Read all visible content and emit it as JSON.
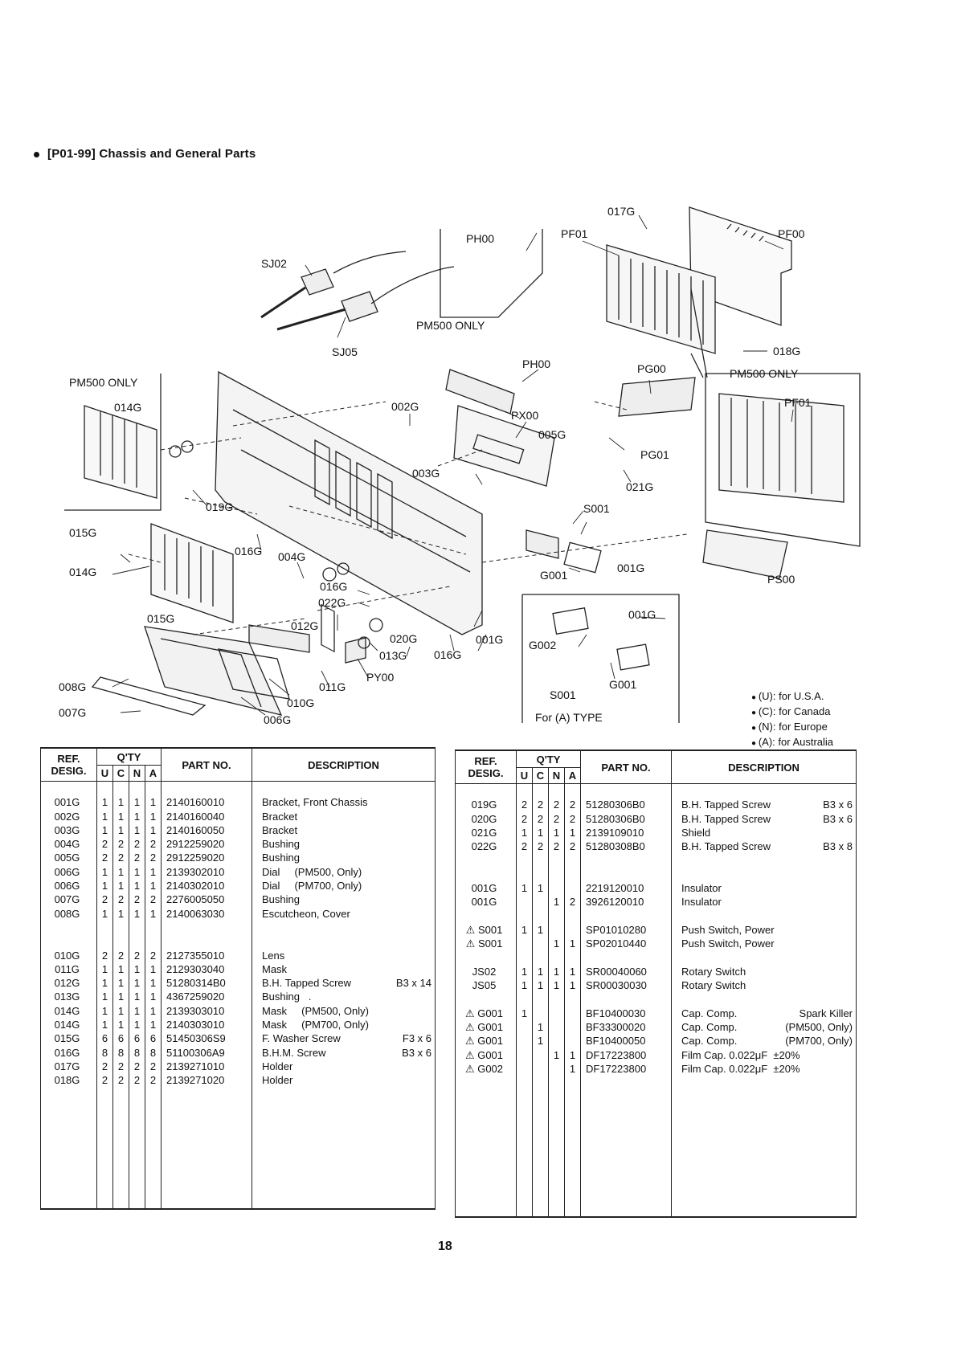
{
  "page": {
    "title": "[P01-99] Chassis and General Parts",
    "page_number": "18"
  },
  "legend": [
    "(U): for U.S.A.",
    "(C): for Canada",
    "(N): for Europe",
    "(A): for Australia"
  ],
  "table_headers": {
    "ref": "REF.",
    "desig": "DESIG.",
    "qty": "Q'TY",
    "u": "U",
    "c": "C",
    "n": "N",
    "a": "A",
    "part_no": "PART NO.",
    "description": "DESCRIPTION"
  },
  "diagram": {
    "labels": {
      "sj02": "SJ02",
      "sj05": "SJ05",
      "ph00_top": "PH00",
      "pm500_only_top": "PM500 ONLY",
      "pf01_top": "PF01",
      "g017": "017G",
      "pf00": "PF00",
      "g018": "018G",
      "pm500_only_right": "PM500 ONLY",
      "pf01_right": "PF01",
      "pg00": "PG00",
      "ph00_mid": "PH00",
      "pm500_only_left": "PM500 ONLY",
      "g014_left": "014G",
      "g002": "002G",
      "px00": "PX00",
      "g005": "005G",
      "pg01": "PG01",
      "g021": "021G",
      "g003": "003G",
      "g019": "019G",
      "s001": "S001",
      "g015a": "015G",
      "g016a": "016G",
      "g004": "004G",
      "g014": "014G",
      "g016b": "016G",
      "g022": "022G",
      "g001a": "001G",
      "g001_comp": "G001",
      "ps00": "PS00",
      "g015b": "015G",
      "g012": "012G",
      "g020": "020G",
      "g013": "013G",
      "g016c": "016G",
      "g001b": "001G",
      "py00": "PY00",
      "g011": "011G",
      "g010": "010G",
      "g006": "006G",
      "g008": "008G",
      "g007": "007G",
      "inset_001g": "001G",
      "inset_g002": "G002",
      "inset_g001": "G001",
      "inset_s001": "S001",
      "inset_caption": "For (A) TYPE"
    }
  },
  "left_table": [
    {
      "ref": "",
      "u": "",
      "c": "",
      "n": "",
      "a": "",
      "part": "",
      "desc": "",
      "spec": ""
    },
    {
      "ref": "001G",
      "u": "1",
      "c": "1",
      "n": "1",
      "a": "1",
      "part": "2140160010",
      "desc": "Bracket, Front Chassis",
      "spec": ""
    },
    {
      "ref": "002G",
      "u": "1",
      "c": "1",
      "n": "1",
      "a": "1",
      "part": "2140160040",
      "desc": "Bracket",
      "spec": ""
    },
    {
      "ref": "003G",
      "u": "1",
      "c": "1",
      "n": "1",
      "a": "1",
      "part": "2140160050",
      "desc": "Bracket",
      "spec": ""
    },
    {
      "ref": "004G",
      "u": "2",
      "c": "2",
      "n": "2",
      "a": "2",
      "part": "2912259020",
      "desc": "Bushing",
      "spec": ""
    },
    {
      "ref": "005G",
      "u": "2",
      "c": "2",
      "n": "2",
      "a": "2",
      "part": "2912259020",
      "desc": "Bushing",
      "spec": ""
    },
    {
      "ref": "006G",
      "u": "1",
      "c": "1",
      "n": "1",
      "a": "1",
      "part": "2139302010",
      "desc": "Dial     (PM500, Only)",
      "spec": ""
    },
    {
      "ref": "006G",
      "u": "1",
      "c": "1",
      "n": "1",
      "a": "1",
      "part": "2140302010",
      "desc": "Dial     (PM700, Only)",
      "spec": ""
    },
    {
      "ref": "007G",
      "u": "2",
      "c": "2",
      "n": "2",
      "a": "2",
      "part": "2276005050",
      "desc": "Bushing",
      "spec": ""
    },
    {
      "ref": "008G",
      "u": "1",
      "c": "1",
      "n": "1",
      "a": "1",
      "part": "2140063030",
      "desc": "Escutcheon, Cover",
      "spec": ""
    },
    {
      "ref": "",
      "u": "",
      "c": "",
      "n": "",
      "a": "",
      "part": "",
      "desc": "",
      "spec": ""
    },
    {
      "ref": "",
      "u": "",
      "c": "",
      "n": "",
      "a": "",
      "part": "",
      "desc": "",
      "spec": ""
    },
    {
      "ref": "010G",
      "u": "2",
      "c": "2",
      "n": "2",
      "a": "2",
      "part": "2127355010",
      "desc": "Lens",
      "spec": ""
    },
    {
      "ref": "011G",
      "u": "1",
      "c": "1",
      "n": "1",
      "a": "1",
      "part": "2129303040",
      "desc": "Mask",
      "spec": ""
    },
    {
      "ref": "012G",
      "u": "1",
      "c": "1",
      "n": "1",
      "a": "1",
      "part": "51280314B0",
      "desc": "B.H. Tapped Screw",
      "spec": "B3 x 14"
    },
    {
      "ref": "013G",
      "u": "1",
      "c": "1",
      "n": "1",
      "a": "1",
      "part": "4367259020",
      "desc": "Bushing   .",
      "spec": ""
    },
    {
      "ref": "014G",
      "u": "1",
      "c": "1",
      "n": "1",
      "a": "1",
      "part": "2139303010",
      "desc": "Mask     (PM500, Only)",
      "spec": ""
    },
    {
      "ref": "014G",
      "u": "1",
      "c": "1",
      "n": "1",
      "a": "1",
      "part": "2140303010",
      "desc": "Mask     (PM700, Only)",
      "spec": ""
    },
    {
      "ref": "015G",
      "u": "6",
      "c": "6",
      "n": "6",
      "a": "6",
      "part": "51450306S9",
      "desc": "F. Washer Screw",
      "spec": "F3 x 6"
    },
    {
      "ref": "016G",
      "u": "8",
      "c": "8",
      "n": "8",
      "a": "8",
      "part": "51100306A9",
      "desc": "B.H.M. Screw",
      "spec": "B3 x 6"
    },
    {
      "ref": "017G",
      "u": "2",
      "c": "2",
      "n": "2",
      "a": "2",
      "part": "2139271010",
      "desc": "Holder",
      "spec": ""
    },
    {
      "ref": "018G",
      "u": "2",
      "c": "2",
      "n": "2",
      "a": "2",
      "part": "2139271020",
      "desc": "Holder",
      "spec": ""
    }
  ],
  "right_table": [
    {
      "ref": "",
      "u": "",
      "c": "",
      "n": "",
      "a": "",
      "part": "",
      "desc": "",
      "spec": ""
    },
    {
      "ref": "019G",
      "u": "2",
      "c": "2",
      "n": "2",
      "a": "2",
      "part": "51280306B0",
      "desc": "B.H. Tapped Screw",
      "spec": "B3 x 6"
    },
    {
      "ref": "020G",
      "u": "2",
      "c": "2",
      "n": "2",
      "a": "2",
      "part": "51280306B0",
      "desc": "B.H. Tapped Screw",
      "spec": "B3 x 6"
    },
    {
      "ref": "021G",
      "u": "1",
      "c": "1",
      "n": "1",
      "a": "1",
      "part": "2139109010",
      "desc": "Shield",
      "spec": ""
    },
    {
      "ref": "022G",
      "u": "2",
      "c": "2",
      "n": "2",
      "a": "2",
      "part": "51280308B0",
      "desc": "B.H. Tapped Screw",
      "spec": "B3 x 8"
    },
    {
      "ref": "",
      "u": "",
      "c": "",
      "n": "",
      "a": "",
      "part": "",
      "desc": "",
      "spec": ""
    },
    {
      "ref": "",
      "u": "",
      "c": "",
      "n": "",
      "a": "",
      "part": "",
      "desc": "",
      "spec": ""
    },
    {
      "ref": "001G",
      "u": "1",
      "c": "1",
      "n": "",
      "a": "",
      "part": "2219120010",
      "desc": "Insulator",
      "spec": ""
    },
    {
      "ref": "001G",
      "u": "",
      "c": "",
      "n": "1",
      "a": "2",
      "part": "3926120010",
      "desc": "Insulator",
      "spec": ""
    },
    {
      "ref": "",
      "u": "",
      "c": "",
      "n": "",
      "a": "",
      "part": "",
      "desc": "",
      "spec": ""
    },
    {
      "ref": "⚠ S001",
      "u": "1",
      "c": "1",
      "n": "",
      "a": "",
      "part": "SP01010280",
      "desc": "Push Switch, Power",
      "spec": ""
    },
    {
      "ref": "⚠ S001",
      "u": "",
      "c": "",
      "n": "1",
      "a": "1",
      "part": "SP02010440",
      "desc": "Push Switch, Power",
      "spec": ""
    },
    {
      "ref": "",
      "u": "",
      "c": "",
      "n": "",
      "a": "",
      "part": "",
      "desc": "",
      "spec": ""
    },
    {
      "ref": "JS02",
      "u": "1",
      "c": "1",
      "n": "1",
      "a": "1",
      "part": "SR00040060",
      "desc": "Rotary Switch",
      "spec": ""
    },
    {
      "ref": "JS05",
      "u": "1",
      "c": "1",
      "n": "1",
      "a": "1",
      "part": "SR00030030",
      "desc": "Rotary Switch",
      "spec": ""
    },
    {
      "ref": "",
      "u": "",
      "c": "",
      "n": "",
      "a": "",
      "part": "",
      "desc": "",
      "spec": ""
    },
    {
      "ref": "⚠ G001",
      "u": "1",
      "c": "",
      "n": "",
      "a": "",
      "part": "BF10400030",
      "desc": "Cap. Comp.",
      "spec": "Spark Killer"
    },
    {
      "ref": "⚠ G001",
      "u": "",
      "c": "1",
      "n": "",
      "a": "",
      "part": "BF33300020",
      "desc": "Cap. Comp.",
      "spec": "(PM500, Only)"
    },
    {
      "ref": "⚠ G001",
      "u": "",
      "c": "1",
      "n": "",
      "a": "",
      "part": "BF10400050",
      "desc": "Cap. Comp.",
      "spec": "(PM700, Only)"
    },
    {
      "ref": "⚠ G001",
      "u": "",
      "c": "",
      "n": "1",
      "a": "1",
      "part": "DF17223800",
      "desc": "Film Cap. 0.022μF  ±20%",
      "spec": ""
    },
    {
      "ref": "⚠ G002",
      "u": "",
      "c": "",
      "n": "",
      "a": "1",
      "part": "DF17223800",
      "desc": "Film Cap. 0.022μF  ±20%",
      "spec": ""
    }
  ]
}
